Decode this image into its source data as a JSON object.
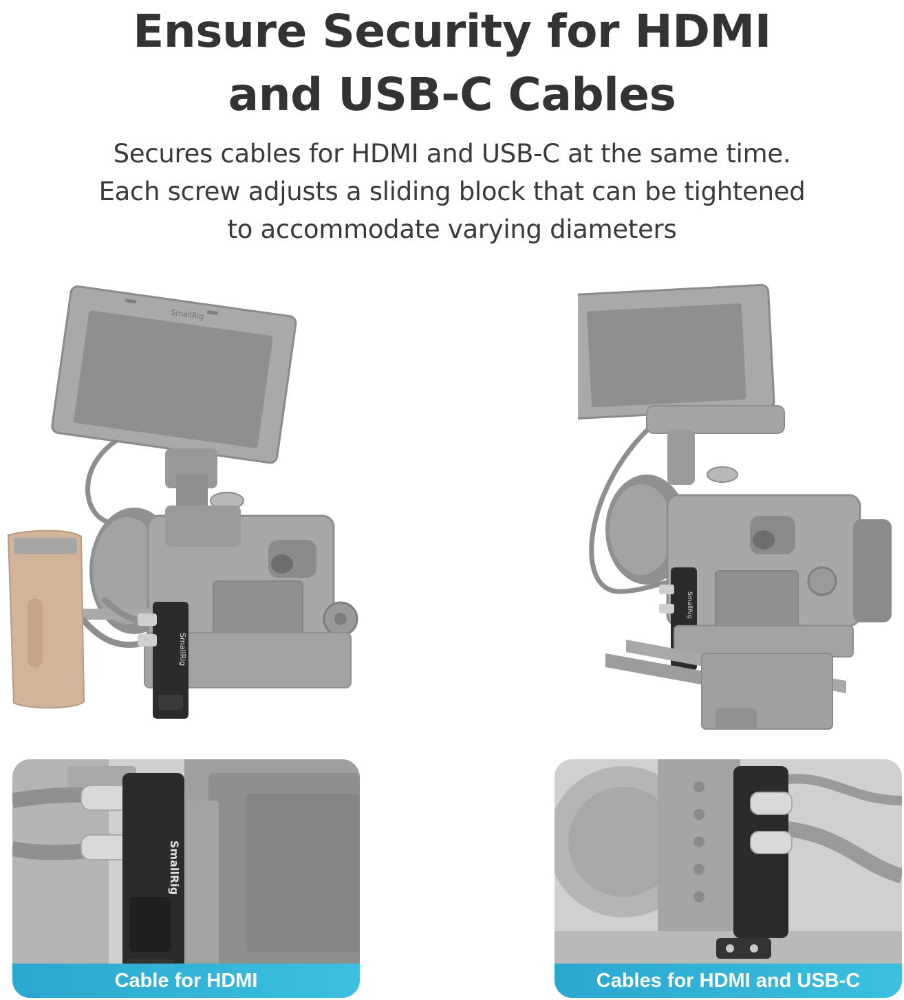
{
  "heading": {
    "line1": "Ensure Security for HDMI",
    "line2": "and USB-C Cables"
  },
  "description": {
    "line1": "Secures cables for HDMI and USB-C at the same time.",
    "line2": "Each screw adjusts a sliding block that can be tightened",
    "line3": "to accommodate varying diameters"
  },
  "illustrations": {
    "left_monitor_brand": "SmallRig",
    "left_clamp_brand": "SmallRig",
    "right_clamp_brand": "SmallRig"
  },
  "cards": {
    "left": {
      "caption": "Cable for HDMI",
      "clamp_brand": "SmallRig"
    },
    "right": {
      "caption": "Cables for HDMI and USB-C"
    }
  },
  "colors": {
    "caption_bar": "#2aa7cf",
    "clamp": "#2b2b2b",
    "rig_gray": "#9a9a9a",
    "wood_grip": "#d2b49a"
  }
}
